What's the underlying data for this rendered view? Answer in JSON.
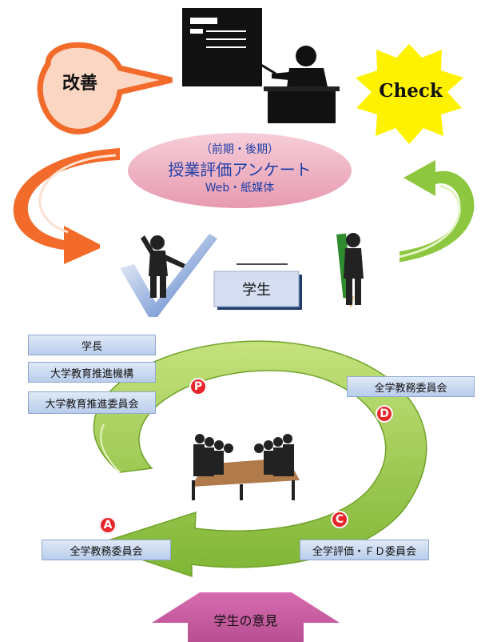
{
  "top": {
    "improve_label": "改善",
    "check_label": "Check",
    "survey": {
      "period": "（前期・後期）",
      "title": "授業評価アンケート",
      "media": "Web・紙媒体"
    },
    "student_label": "学生"
  },
  "cycle": {
    "plan_boxes": [
      "学長",
      "大学教育推進機構",
      "大学教育推進委員会"
    ],
    "do_box": "全学教務委員会",
    "check_box": "全学評価・ＦＤ委員会",
    "act_box": "全学教務委員会",
    "markers": {
      "plan": "P",
      "do": "D",
      "check": "C",
      "act": "A"
    },
    "student_opinion": "学生の意見"
  },
  "colors": {
    "orange": "#f26b2a",
    "green": "#8dc63f",
    "pink_oval": "#efb3c4",
    "yellow_star": "#fff200",
    "blue_box": "#c9d9f0",
    "red_marker": "#e8252a",
    "magenta_arrow": "#c9569d"
  }
}
